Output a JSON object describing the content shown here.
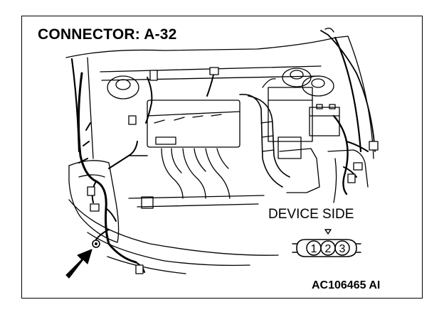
{
  "diagram": {
    "title": "CONNECTOR: A-32",
    "device_side_label": "DEVICE SIDE",
    "connector": {
      "pins": [
        "1",
        "2",
        "3"
      ]
    },
    "code": "AC106465 AI"
  }
}
